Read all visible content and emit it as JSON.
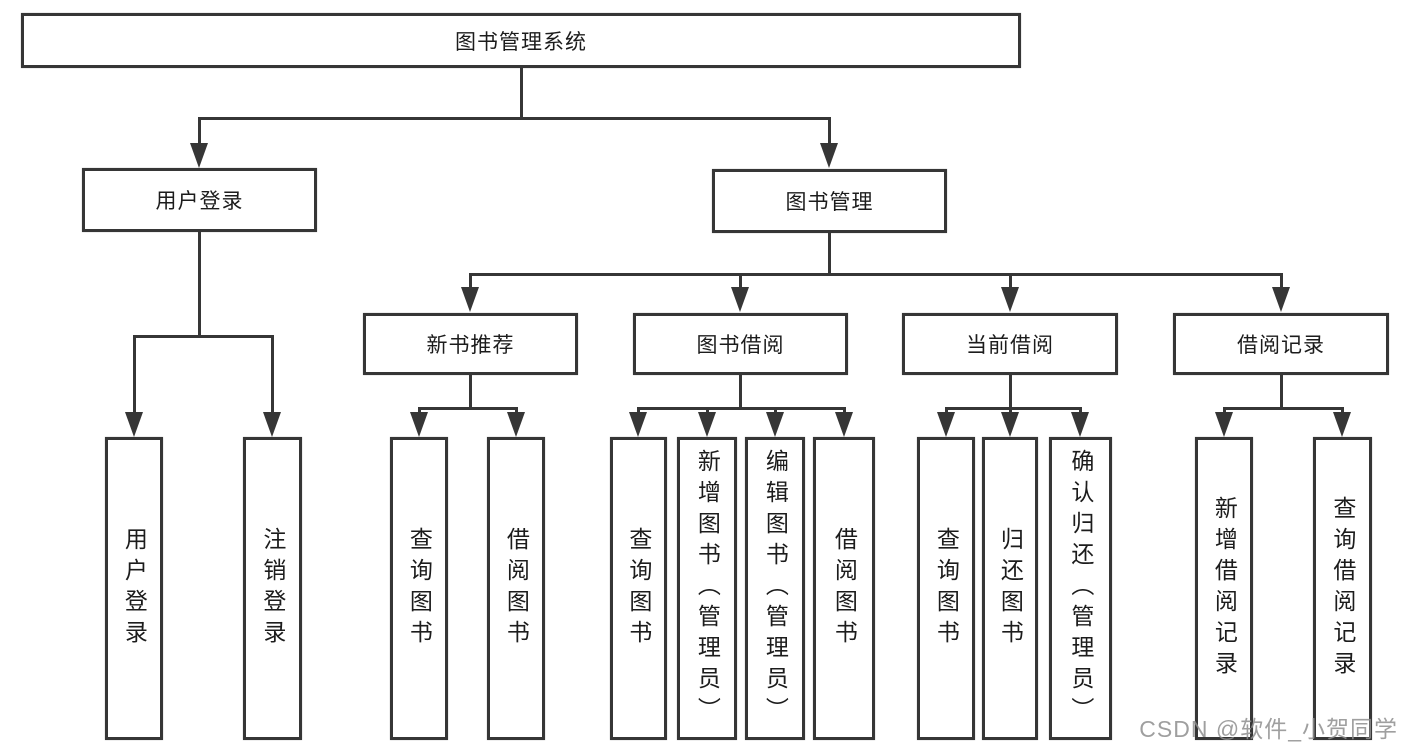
{
  "root": {
    "label": "图书管理系统"
  },
  "branches": [
    {
      "label": "用户登录",
      "leaves": [
        {
          "label": "用户登录"
        },
        {
          "label": "注销登录"
        }
      ]
    },
    {
      "label": "图书管理",
      "groups": [
        {
          "label": "新书推荐",
          "leaves": [
            {
              "label": "查询图书"
            },
            {
              "label": "借阅图书"
            }
          ]
        },
        {
          "label": "图书借阅",
          "leaves": [
            {
              "label": "查询图书"
            },
            {
              "label": "新增图书（管理员）"
            },
            {
              "label": "编辑图书（管理员）"
            },
            {
              "label": "借阅图书"
            }
          ]
        },
        {
          "label": "当前借阅",
          "leaves": [
            {
              "label": "查询图书"
            },
            {
              "label": "归还图书"
            },
            {
              "label": "确认归还（管理员）"
            }
          ]
        },
        {
          "label": "借阅记录",
          "leaves": [
            {
              "label": "新增借阅记录"
            },
            {
              "label": "查询借阅记录"
            }
          ]
        }
      ]
    }
  ],
  "watermark": {
    "text": "CSDN @软件_小贺同学"
  },
  "colors": {
    "line": "#363636",
    "text": "#1c1c1c",
    "background": "#ffffff",
    "watermark": "#8f8f8f"
  }
}
